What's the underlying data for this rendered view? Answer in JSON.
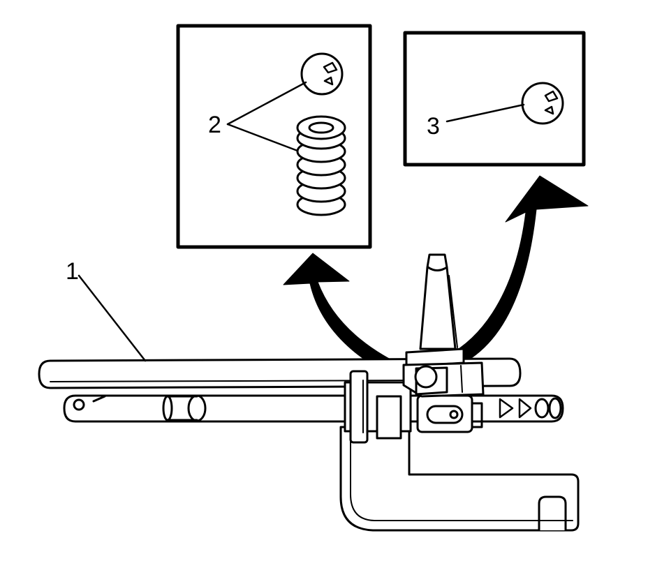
{
  "callouts": {
    "shift_rail": "1",
    "spring_and_ball": "2",
    "ball": "3"
  },
  "colors": {
    "line": "#000000",
    "fill": "#ffffff"
  }
}
